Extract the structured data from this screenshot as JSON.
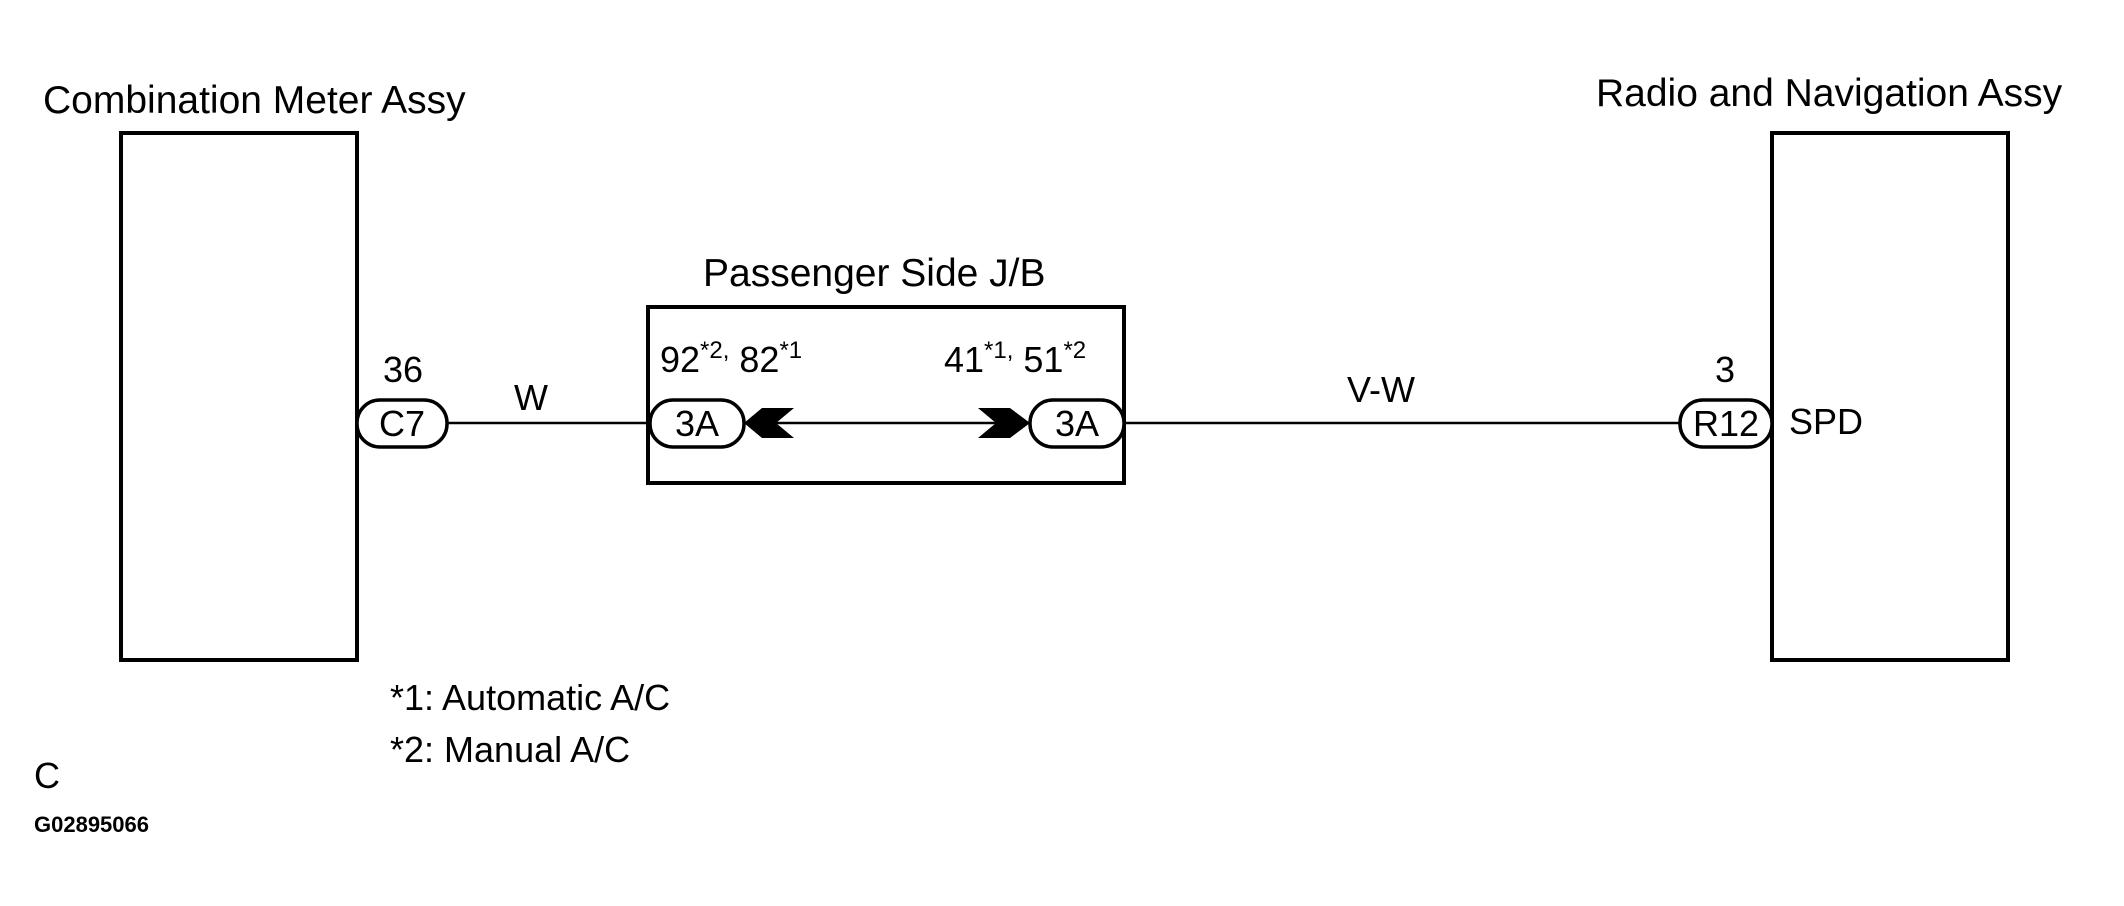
{
  "components": {
    "combination_meter": {
      "title": "Combination Meter Assy"
    },
    "radio_nav": {
      "title": "Radio and Navigation Assy",
      "terminal": "SPD"
    },
    "passenger_jb": {
      "title": "Passenger Side J/B"
    }
  },
  "connectors": {
    "c7": {
      "code": "C7",
      "pin": "36"
    },
    "jb_left": {
      "code": "3A",
      "pin_a": "92",
      "sup_a": "*2,",
      "pin_b": "82",
      "sup_b": "*1"
    },
    "jb_right": {
      "code": "3A",
      "pin_a": "41",
      "sup_a": "*1,",
      "pin_b": "51",
      "sup_b": "*2"
    },
    "r12": {
      "code": "R12",
      "pin": "3"
    }
  },
  "wires": {
    "left_color": "W",
    "right_color": "V-W"
  },
  "notes": {
    "note1": "*1: Automatic A/C",
    "note2": "*2: Manual A/C"
  },
  "footer": {
    "letter": "C",
    "code": "G02895066"
  }
}
